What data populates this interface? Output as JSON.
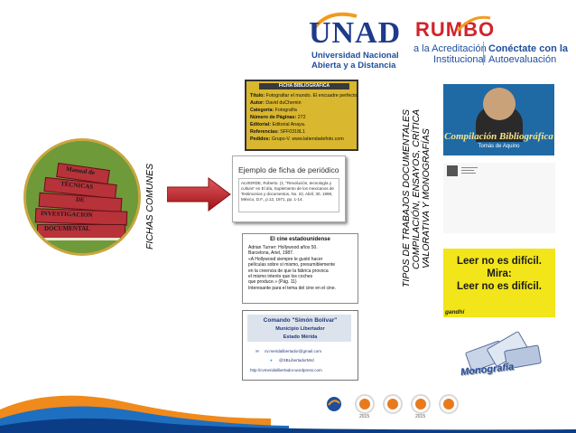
{
  "header": {
    "unad_logo": "UNAD",
    "unad_line1": "Universidad Nacional",
    "unad_line2": "Abierta y a Distancia",
    "rumbo_logo": "RUMBO",
    "acreditacion_line1": "a la Acreditación",
    "acreditacion_line2": "Institucional",
    "conectate_line1": "Conéctate con la",
    "conectate_line2": "Autoevaluación"
  },
  "left": {
    "books": [
      "Manual de",
      "TÉCNICAS",
      "DE",
      "INVESTIGACION",
      "DOCUMENTAL"
    ],
    "fichas_label": "FICHAS COMUNES"
  },
  "ficha_bibliografica": {
    "header": "FICHA BIBLIOGRÁFICA",
    "lines": [
      {
        "k": "Título:",
        "v": " Fotografiar el mundo. El encuadre perfecto."
      },
      {
        "k": "Autor:",
        "v": " David duChemin"
      },
      {
        "k": "Categoría:",
        "v": " Fotografía"
      },
      {
        "k": "Número de Páginas:",
        "v": " 272"
      },
      {
        "k": "Editorial:",
        "v": " Editorial Anaya."
      },
      {
        "k": "Referencias:",
        "v": " SFF0318L1"
      },
      {
        "k": "Pedidos:",
        "v": " Grupo-V. www.latiendadefoto.com"
      }
    ]
  },
  "ficha_periodico": {
    "title": "Ejemplo de ficha de periódico",
    "body": "ALVEIRDE, Roberto. (1, \"Revolución, tecnología y cultura\" en El día, Suplemento de los mexicanos de Testimonios y documentos, No. 22, Abril, 30, 1998, México, D.F., p.12, 1971, pp. 1-14."
  },
  "ficha_cine": {
    "title": "El cine estadounidense",
    "lines": [
      "Adrian Turner: Hollywood años 50.",
      "Barcelona, Ariel, 1987.",
      "«A Hollywood siempre le gustó hacer",
      "películas sobre sí mismo, presumiblemente",
      "en la creencia de que la fábrica provoca",
      "el mismo interés que los coches",
      "que produce.» (Pág. 11)",
      "Interesante para el tema del cine en el cine."
    ]
  },
  "ficha_comando": {
    "line1": "Comando \"Simón Bolívar\"",
    "line2": "Municipio Libertador",
    "line3": "Estado Mérida",
    "email": "cv.meridalibertador@gmail.com",
    "twitter": "@SBLibertadorMrd",
    "web": "http://cvmeridalibertador.wordpress.com"
  },
  "middle_label": {
    "line1": "TIPOS DE TRABAJOS DOCUMENTALES",
    "line2": "COMPILACIÓN, ENSAYOS, CRÍTICA",
    "line3": "VALORATIVA Y MONOGRAFÍAS"
  },
  "right": {
    "compilacion_title": "Compilación Bibliográfica",
    "compilacion_sub": "Tomás de Aquino",
    "leer_line1": "Leer no es difícil.",
    "leer_line2": "Mira:",
    "leer_line3": "Leer no es difícil.",
    "gandhi": "gandhi",
    "monografia": "Monografía"
  },
  "footer": {
    "seal_years": [
      "2015",
      "2015"
    ]
  },
  "colors": {
    "unad_blue": "#1e3a8a",
    "rumbo_red": "#d2232a",
    "arrow_red": "#c42026",
    "circle_green": "#6f9a3a",
    "ficha_yellow": "#d9b72e",
    "leer_yellow": "#f2e51a",
    "footer_orange": "#f08a1c"
  }
}
